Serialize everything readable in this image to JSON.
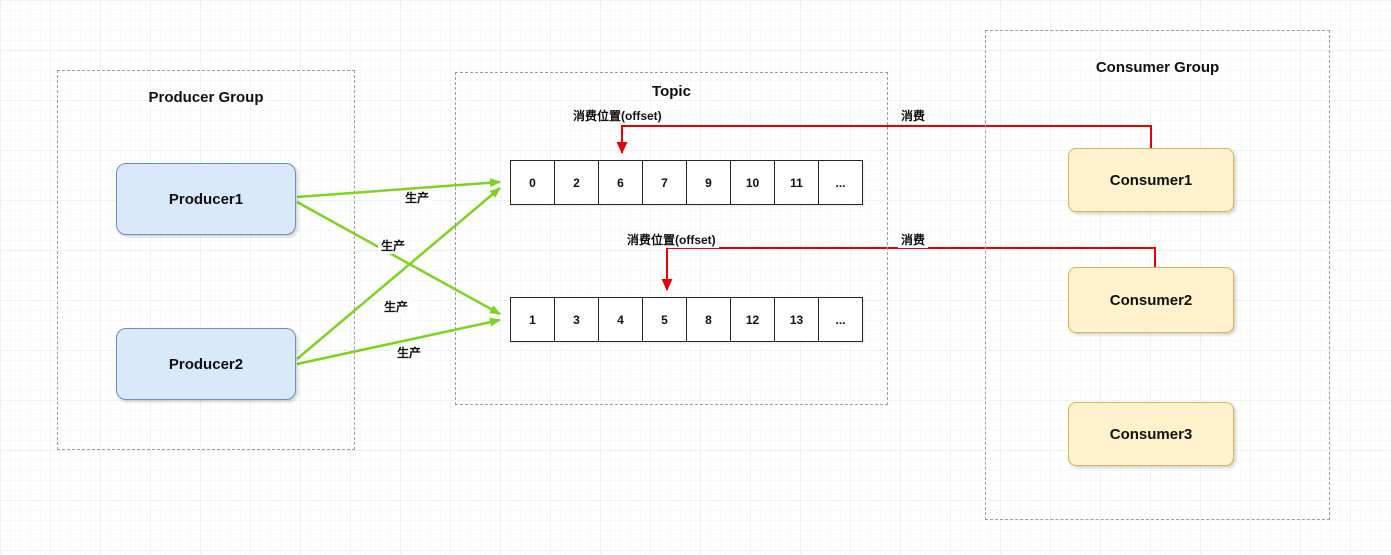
{
  "colors": {
    "producer_fill": "#dae8fc",
    "producer_border": "#6c8ebf",
    "consumer_fill": "#fff2cc",
    "consumer_border": "#d6b656",
    "produce_arrow": "#7ed321",
    "consume_arrow": "#e60000",
    "group_border": "#9e9e9e"
  },
  "producer_group": {
    "title": "Producer Group",
    "producers": [
      {
        "label": "Producer1"
      },
      {
        "label": "Producer2"
      }
    ]
  },
  "topic": {
    "title": "Topic",
    "offset_label": "消费位置(offset)",
    "partitions": [
      {
        "cells": [
          "0",
          "2",
          "6",
          "7",
          "9",
          "10",
          "11",
          "..."
        ]
      },
      {
        "cells": [
          "1",
          "3",
          "4",
          "5",
          "8",
          "12",
          "13",
          "..."
        ]
      }
    ]
  },
  "consumer_group": {
    "title": "Consumer Group",
    "consumers": [
      {
        "label": "Consumer1"
      },
      {
        "label": "Consumer2"
      },
      {
        "label": "Consumer3"
      }
    ]
  },
  "edge_labels": {
    "produce": "生产",
    "consume": "消费"
  }
}
